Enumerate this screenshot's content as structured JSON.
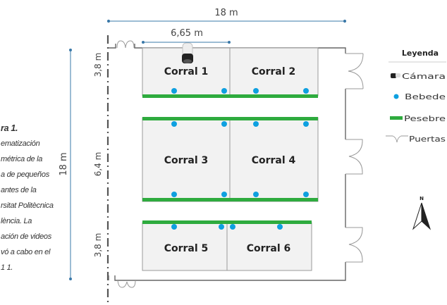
{
  "caption": {
    "title": "ra 1.",
    "lines": [
      "ematización",
      "métrica de la",
      "a de pequeños",
      "antes de la",
      "rsitat Politècnica",
      "lència. La",
      "ación de videos",
      "vó a cabo en el",
      "1 1."
    ]
  },
  "dimensions": {
    "total_width": "18 m",
    "corral_width": "6,65 m",
    "total_height": "18 m",
    "row1_height": "3,8 m",
    "row2_height": "6,4 m",
    "row3_height": "3,8 m"
  },
  "corrals": [
    {
      "label": "Corral 1"
    },
    {
      "label": "Corral 2"
    },
    {
      "label": "Corral 3"
    },
    {
      "label": "Corral 4"
    },
    {
      "label": "Corral 5"
    },
    {
      "label": "Corral 6"
    }
  ],
  "legend": {
    "title": "Leyenda",
    "items": [
      {
        "icon": "camera-icon",
        "label": "Cámara"
      },
      {
        "icon": "drinker-icon",
        "label": "Bebede"
      },
      {
        "icon": "feeder-icon",
        "label": "Pesebre"
      },
      {
        "icon": "door-icon",
        "label": "Puertas"
      }
    ]
  },
  "compass": {
    "label": "N"
  },
  "colors": {
    "feeder": "#2eab3e",
    "drinker": "#0ea0e0",
    "dimension": "#3a78a8",
    "corral_fill": "#f2f2f2",
    "wall": "#555555"
  }
}
